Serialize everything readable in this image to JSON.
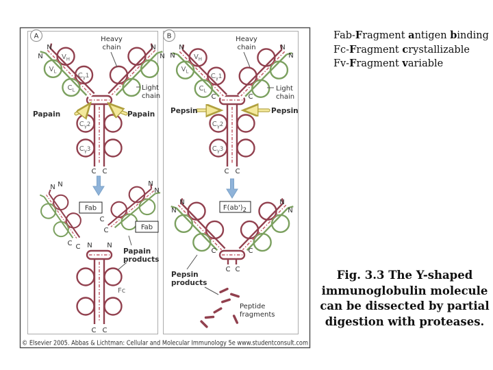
{
  "colors": {
    "heavy": "#91404e",
    "light": "#7ba05f",
    "dash": "#c25a66",
    "enzyme_fill": "#f4e99c",
    "enzyme_outline": "#b0a03e",
    "process_arrow": "#8fb3d9",
    "process_arrow_edge": "#7ba2c8"
  },
  "figure": {
    "footer": "© Elsevier 2005. Abbas & Lichtman: Cellular and Molecular Immunology 5e www.studentconsult.com",
    "letters": {
      "n": "N",
      "c": "C"
    },
    "domains": {
      "v": "V",
      "c": "C",
      "h": "H",
      "l": "L",
      "gamma": "γ",
      "one": "1",
      "two": "2",
      "three": "3"
    },
    "panel_a": {
      "letter": "A",
      "heavy_chain": [
        "Heavy",
        "chain"
      ],
      "light_chain": [
        "Light",
        "chain"
      ],
      "enzyme": "Papain",
      "products": [
        "Papain",
        "products"
      ],
      "fab": "Fab",
      "fc": "Fc"
    },
    "panel_b": {
      "letter": "B",
      "heavy_chain": [
        "Heavy",
        "chain"
      ],
      "light_chain": [
        "Light",
        "chain"
      ],
      "enzyme": "Pepsin",
      "products": [
        "Pepsin",
        "products"
      ],
      "fab2_main": "F(ab')",
      "fab2_sub": "2",
      "peptide": [
        "Peptide",
        "fragments"
      ]
    }
  },
  "sidebar": {
    "definitions": [
      {
        "s0": "Fab-",
        "s1": "F",
        "s2": "ragment ",
        "s3": "a",
        "s4": "ntigen ",
        "s5": "b",
        "s6": "inding"
      },
      {
        "s0": "Fc-",
        "s1": "F",
        "s2": "ragment ",
        "s3": "c",
        "s4": "rystallizable",
        "s5": "",
        "s6": ""
      },
      {
        "s0": "Fv-",
        "s1": "F",
        "s2": "ragment ",
        "s3": "v",
        "s4": "ariable",
        "s5": "",
        "s6": ""
      }
    ],
    "caption": [
      "Fig. 3.3 The Y-shaped",
      "immunoglobulin molecule",
      "can be dissected by partial",
      "digestion with proteases."
    ]
  }
}
